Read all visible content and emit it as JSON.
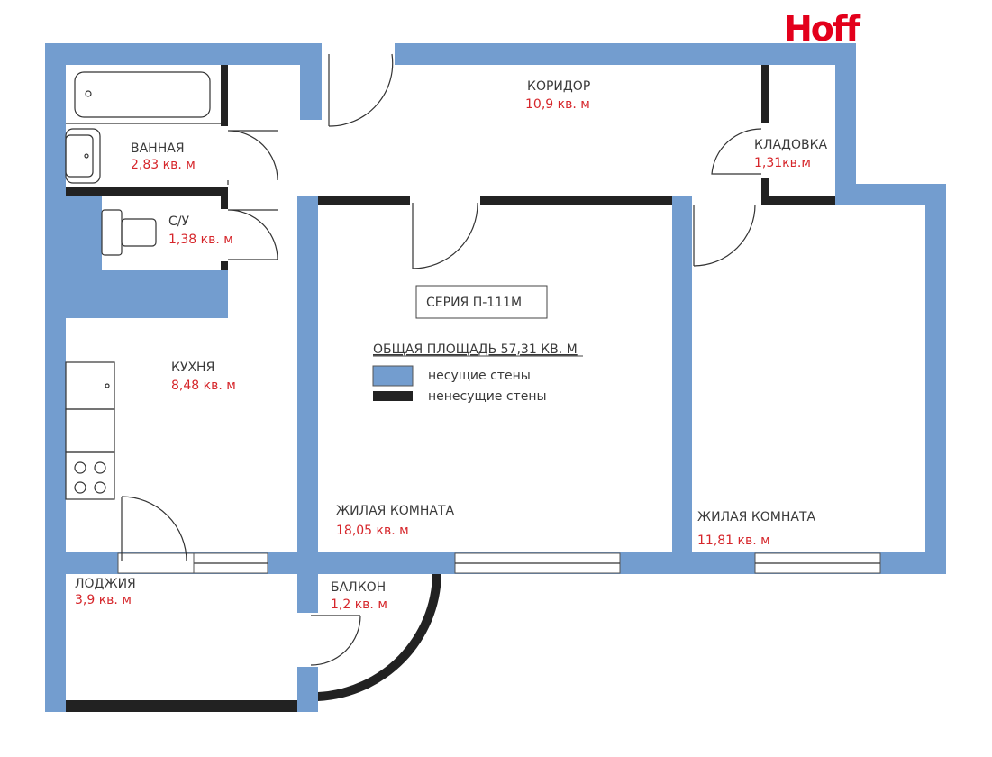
{
  "brand": "Hoff",
  "colors": {
    "load_bearing": "#739dcf",
    "non_load_bearing": "#222222",
    "area_text": "#d6262b"
  },
  "rooms": {
    "bathroom": {
      "name": "ВАННАЯ",
      "area": "2,83 кв. м"
    },
    "toilet": {
      "name": "С/У",
      "area": "1,38 кв. м"
    },
    "corridor": {
      "name": "КОРИДОР",
      "area": "10,9 кв. м"
    },
    "storage": {
      "name": "КЛАДОВКА",
      "area": "1,31кв.м"
    },
    "kitchen": {
      "name": "КУХНЯ",
      "area": "8,48 кв. м"
    },
    "living_room_1": {
      "name": "ЖИЛАЯ КОМНАТА",
      "area": "18,05 кв. м"
    },
    "living_room_2": {
      "name": "ЖИЛАЯ КОМНАТА",
      "area": "11,81 кв. м"
    },
    "loggia": {
      "name": "ЛОДЖИЯ",
      "area": "3,9 кв. м"
    },
    "balcony": {
      "name": "БАЛКОН",
      "area": "1,2 кв. м"
    }
  },
  "info": {
    "series": "СЕРИЯ П-111М",
    "total_area": "ОБЩАЯ ПЛОЩАДЬ  57,31 КВ. М",
    "legend": [
      {
        "label": "несущие стены",
        "color": "#739dcf"
      },
      {
        "label": "ненесущие стены",
        "color": "#222222"
      }
    ]
  }
}
